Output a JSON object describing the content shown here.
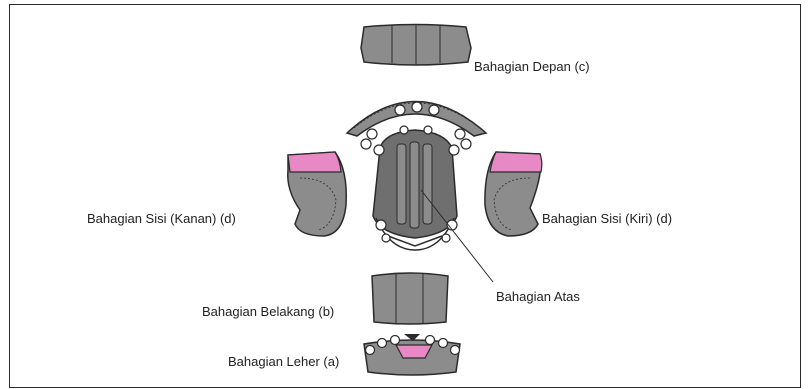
{
  "labels": {
    "front": "Bahagian Depan (c)",
    "side_right": "Bahagian Sisi (Kanan) (d)",
    "side_left": "Bahagian Sisi (Kiri) (d)",
    "top": "Bahagian Atas",
    "back": "Bahagian Belakang (b)",
    "neck": "Bahagian Leher (a)"
  },
  "colors": {
    "pad_gray": "#8c8c8c",
    "pad_dark": "#6f6f6f",
    "pink": "#e889c6",
    "outline": "#2b2b2b"
  }
}
